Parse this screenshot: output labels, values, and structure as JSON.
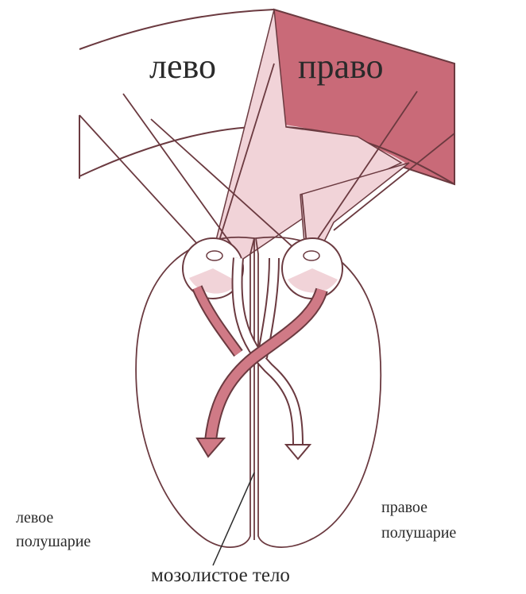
{
  "labels": {
    "left": "лево",
    "right": "право",
    "left_hemisphere_line1": "левое",
    "left_hemisphere_line2": "полушарие",
    "right_hemisphere_line1": "правое",
    "right_hemisphere_line2": "полушарие",
    "corpus_callosum": "мозолистое тело"
  },
  "colors": {
    "right_field_dark": "#c96a78",
    "right_field_light": "#f1d3d8",
    "pathway_dark": "#d07a86",
    "outline": "#6b3a40"
  }
}
